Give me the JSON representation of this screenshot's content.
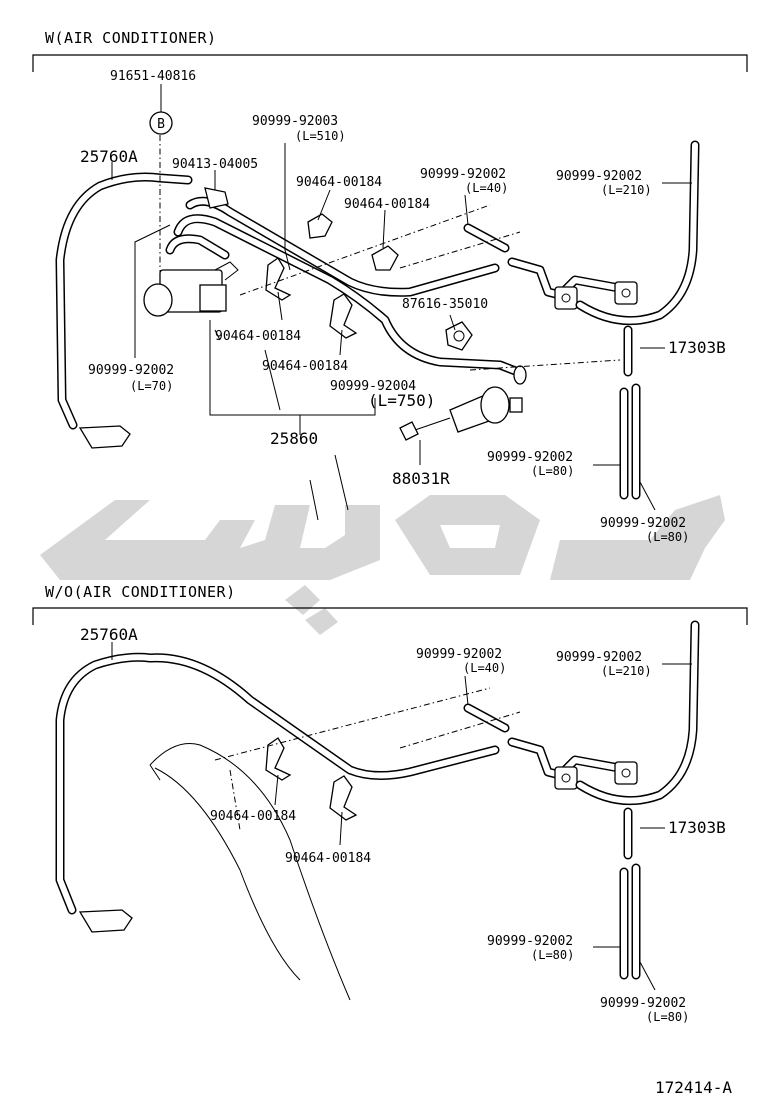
{
  "sections": {
    "with_ac": {
      "title": "W(AIR CONDITIONER)",
      "labels": {
        "bolt": "91651-40816",
        "marker": "B",
        "hose_main": "25760A",
        "clamp_a": "90413-04005",
        "hose_510": "90999-92003",
        "hose_510_len": "(L=510)",
        "clip_1": "90464-00184",
        "clip_2": "90464-00184",
        "hose_40": "90999-92002",
        "hose_40_len": "(L=40)",
        "hose_210": "90999-92002",
        "hose_210_len": "(L=210)",
        "hose_70": "90999-92002",
        "hose_70_len": "(L=70)",
        "clip_3": "90464-00184",
        "clip_4": "90464-00184",
        "clamp_b": "87616-35010",
        "hose_750": "90999-92004",
        "hose_750_len": "(L=750)",
        "pipe": "17303B",
        "valve_assy": "25860",
        "actuator": "88031R",
        "hose_80a": "90999-92002",
        "hose_80a_len": "(L=80)",
        "hose_80b": "90999-92002",
        "hose_80b_len": "(L=80)"
      }
    },
    "without_ac": {
      "title": "W/O(AIR CONDITIONER)",
      "labels": {
        "hose_main": "25760A",
        "hose_40": "90999-92002",
        "hose_40_len": "(L=40)",
        "hose_210": "90999-92002",
        "hose_210_len": "(L=210)",
        "clip_1": "90464-00184",
        "clip_2": "90464-00184",
        "pipe": "17303B",
        "hose_80a": "90999-92002",
        "hose_80a_len": "(L=80)",
        "hose_80b": "90999-92002",
        "hose_80b_len": "(L=80)"
      }
    }
  },
  "figure_code": "172414-A",
  "colors": {
    "line": "#000000",
    "watermark": "#c8c8c8",
    "background": "#ffffff"
  }
}
